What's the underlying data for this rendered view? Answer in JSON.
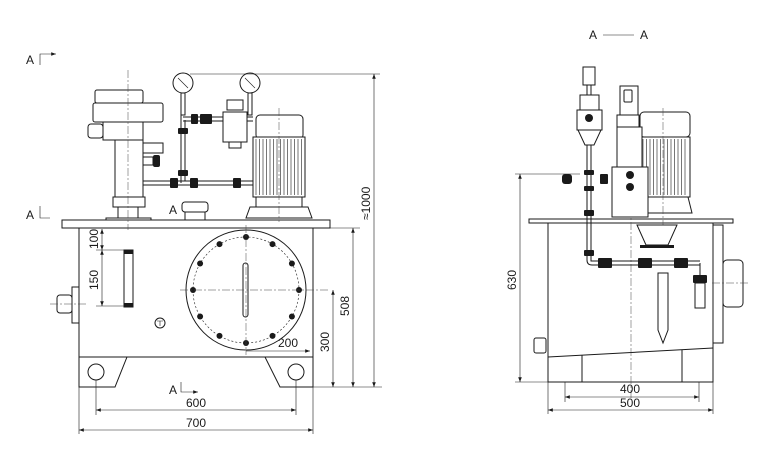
{
  "section_markers": {
    "front_top": "A",
    "front_mid": "A",
    "front_center_top": "A",
    "front_bottom": "A",
    "side_title_left": "A",
    "side_title_right": "A"
  },
  "front_view": {
    "dimensions": {
      "sight_top": "100",
      "sight_len": "150",
      "width_feet": "600",
      "width_total": "700",
      "center_height": "300",
      "radius_offset": "200",
      "tank_height": "508",
      "total_height": "≈1000"
    },
    "cover_bolt_count": 12
  },
  "side_view": {
    "dimensions": {
      "height": "630",
      "feet_span": "400",
      "width": "500"
    }
  }
}
